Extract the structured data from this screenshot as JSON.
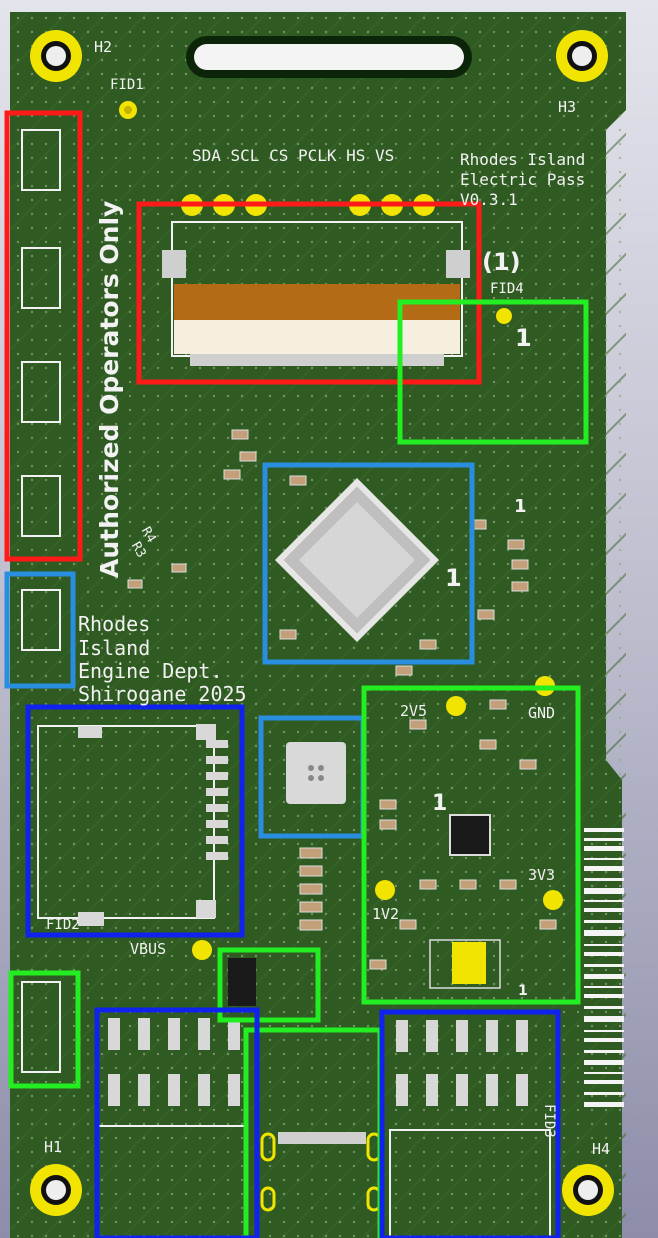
{
  "board": {
    "header_row": "SDA SCL CS PCLK HS VS",
    "product_line1": "Rhodes Island",
    "product_line2": "Electric Pass",
    "version": "V0.3.1",
    "side_text": "Authorized Operators Only",
    "dept_line1": "Rhodes",
    "dept_line2": "Island",
    "dept_line3": "Engine Dept.",
    "dept_line4": "Shirogane 2025"
  },
  "holes": {
    "h1": "H1",
    "h2": "H2",
    "h3": "H3",
    "h4": "H4"
  },
  "fiducials": {
    "fid1": "FID1",
    "fid2": "FID2",
    "fid3": "FID3",
    "fid4": "FID4"
  },
  "connector_note": "(1)",
  "pin1_markers": [
    "1",
    "1",
    "1",
    "1",
    "1"
  ],
  "refdes": {
    "r3": "R3",
    "r4": "R4"
  },
  "test_points": {
    "v2v5": "2V5",
    "gnd": "GND",
    "v3v3": "3V3",
    "v1v2": "1V2",
    "vbus": "VBUS"
  },
  "colors": {
    "pcb": "#2f5a22",
    "pcb_dark": "#244a1a",
    "silkscreen": "#f2f2f2",
    "pad_gold": "#e8d800",
    "highlight_red": "#ff1a1a",
    "highlight_green": "#22ee22",
    "highlight_lightblue": "#2a8ee0",
    "highlight_darkblue": "#1022ee"
  }
}
